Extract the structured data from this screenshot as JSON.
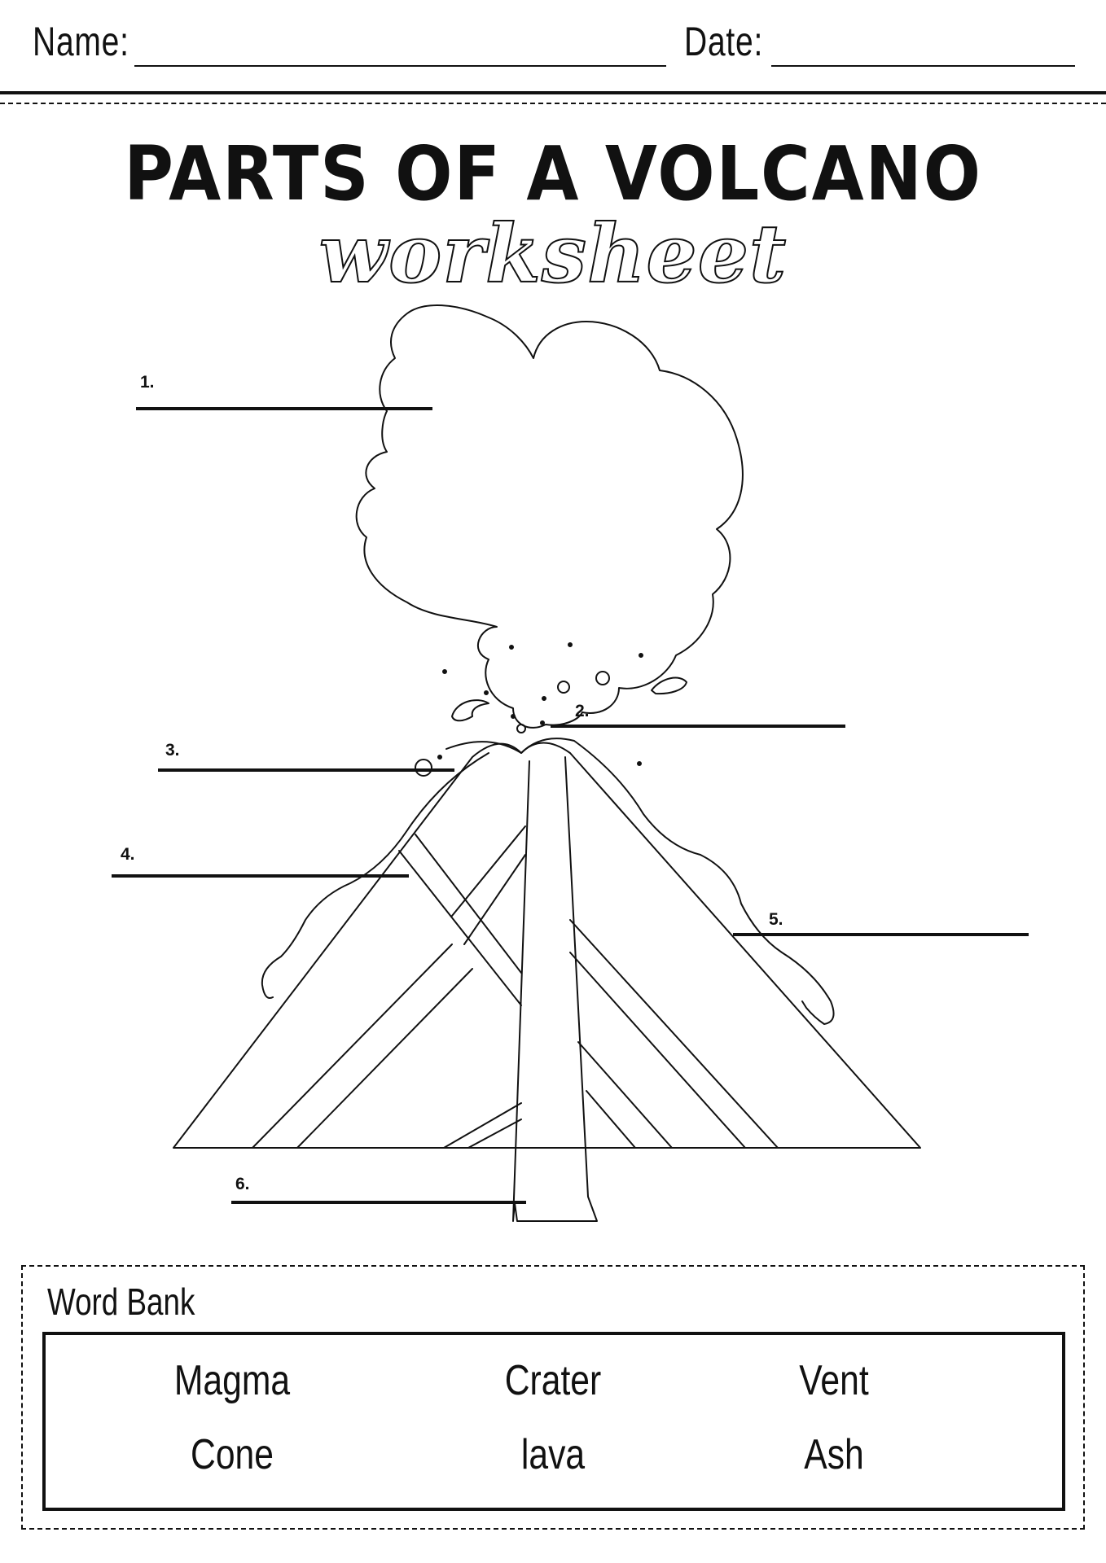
{
  "header": {
    "name_label": "Name:",
    "date_label": "Date:"
  },
  "title": "PARTS OF A VOLCANO",
  "subtitle": "worksheet",
  "labels": [
    "1.",
    "2.",
    "3.",
    "4.",
    "5.",
    "6."
  ],
  "word_bank": {
    "title": "Word Bank",
    "words": [
      "Magma",
      "Crater",
      "Vent",
      "Cone",
      "lava",
      "Ash"
    ]
  },
  "colors": {
    "ink": "#111111",
    "paper": "#ffffff"
  }
}
